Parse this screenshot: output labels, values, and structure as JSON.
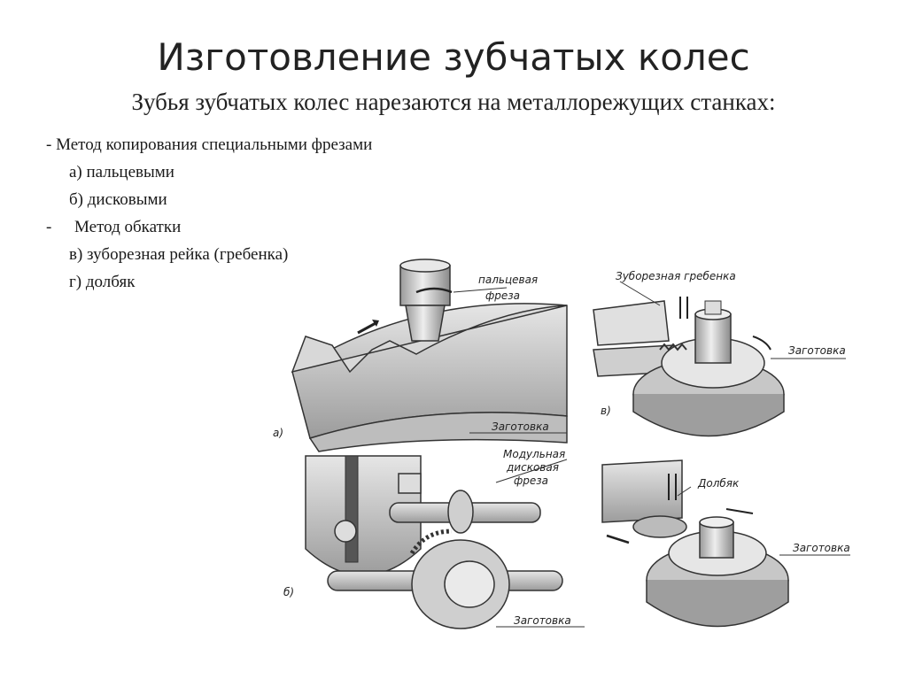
{
  "slide": {
    "title": "Изготовление зубчатых колес",
    "subtitle": "Зубья зубчатых колес нарезаются на металлорежущих станках:"
  },
  "list": {
    "item1": "- Метод копирования специальными фрезами",
    "item1a": "а) пальцевыми",
    "item1b": "б) дисковыми",
    "item2_dash": "-",
    "item2": "Метод обкатки",
    "item2c": "в) зуборезная рейка (гребенка)",
    "item2d": "г) долбяк"
  },
  "figure": {
    "a": {
      "letter": "а)",
      "tool_line1": "пальцевая",
      "tool_line2": "фреза",
      "workpiece": "Заготовка"
    },
    "b": {
      "letter": "б)",
      "tool_line1": "Модульная",
      "tool_line2": "дисковая",
      "tool_line3": "фреза",
      "workpiece": "Заготовка"
    },
    "c": {
      "letter": "в)",
      "tool": "Зуборезная гребенка",
      "workpiece": "Заготовка"
    },
    "d": {
      "tool": "Долбяк",
      "workpiece": "Заготовка"
    }
  }
}
